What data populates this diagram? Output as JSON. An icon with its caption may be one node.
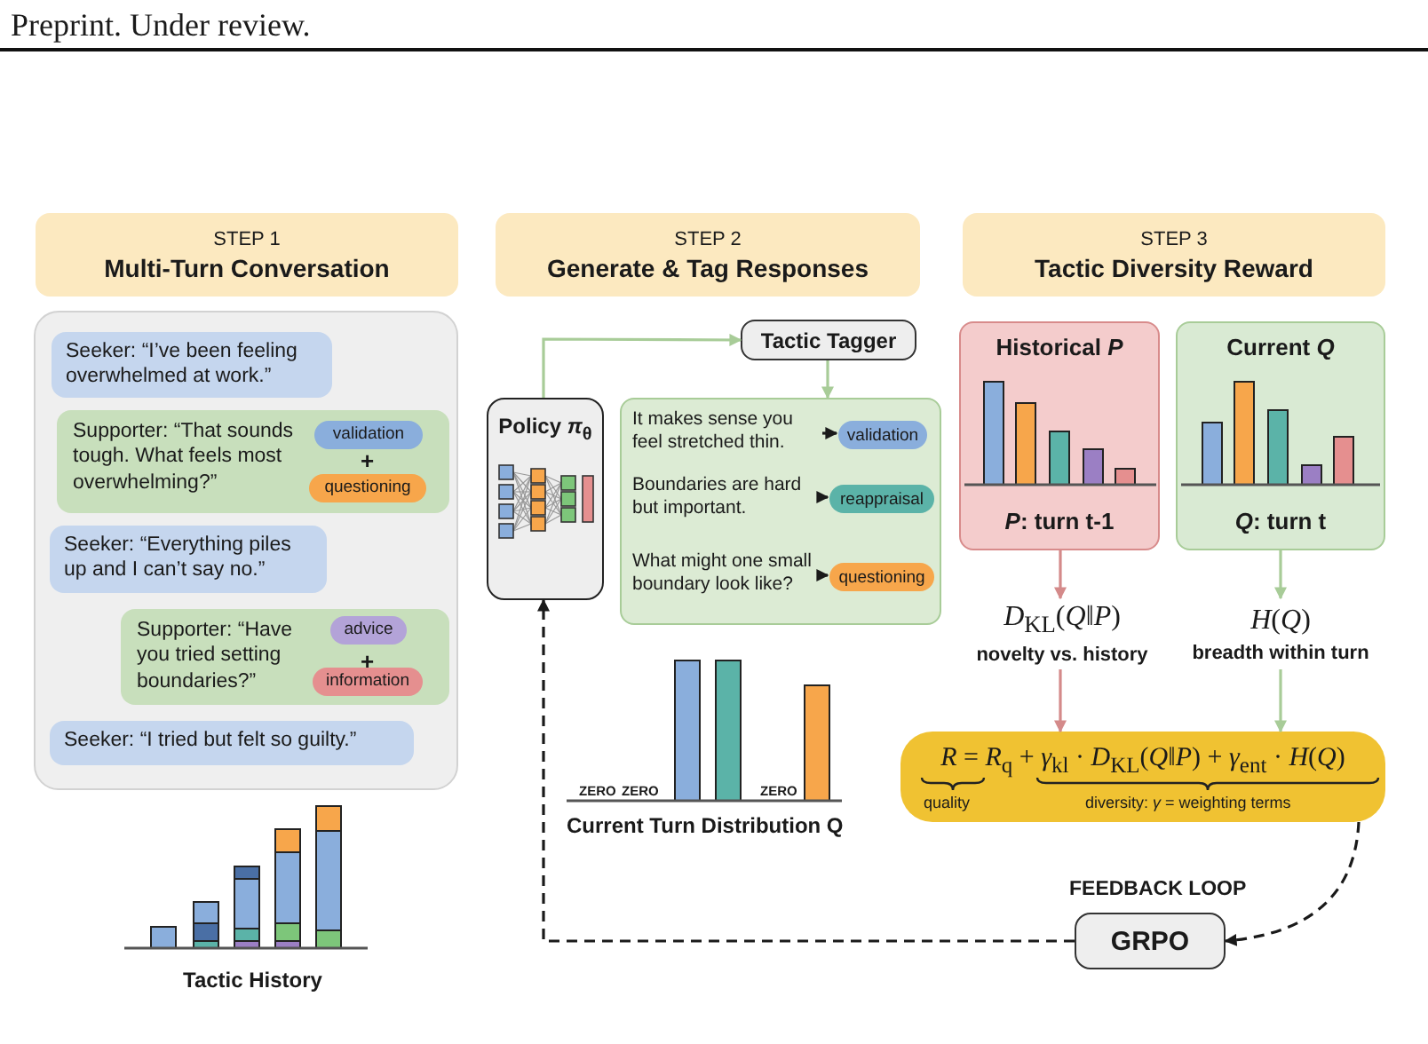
{
  "diagram": {
    "nodes": [
      {
        "text": [
          "STEP 1",
          "Multi-Turn Conversation"
        ]
      },
      {
        "text": [],
        "shape": "box"
      },
      {
        "text": [
          "Seeker: “I’ve been feeling overwhelmed at work.”"
        ],
        "in": 1
      },
      {
        "text": [
          "Supporter: “That sounds tough. What feels most overwhelming?”"
        ],
        "in": 1
      },
      {
        "text": [
          "validation"
        ],
        "in": 3
      },
      {
        "text": [
          "questioning"
        ],
        "in": 3
      },
      {
        "text": [
          "Seeker: “Everything piles up and I can’t say no.”"
        ],
        "in": 1
      },
      {
        "text": [
          "Supporter: “Have you tried setting boundaries?”"
        ],
        "in": 1
      },
      {
        "text": [
          "advice"
        ],
        "in": 7
      },
      {
        "text": [
          "information"
        ],
        "in": 7
      },
      {
        "text": [
          "Seeker: “I tried but felt so guilty.”"
        ],
        "in": 1
      },
      {
        "text": [
          "STEP 2",
          "Generate & Tag Responses"
        ]
      },
      {
        "text": [
          "Tactic Tagger"
        ]
      },
      {
        "text": [
          "Policy *π*$_{θ}$"
        ]
      },
      {
        "text": [],
        "shape": "box"
      },
      {
        "text": [
          "It makes sense you feel stretched thin."
        ],
        "in": 14
      },
      {
        "text": [
          "validation"
        ],
        "in": 14
      },
      {
        "text": [
          "Boundaries are hard but important."
        ],
        "in": 14
      },
      {
        "text": [
          "reappraisal"
        ],
        "in": 14
      },
      {
        "text": [
          "What might one small boundary look like?"
        ],
        "in": 14
      },
      {
        "text": [
          "questioning"
        ],
        "in": 14
      },
      {
        "text": [
          "STEP 3",
          "Tactic Diversity Reward"
        ]
      },
      {
        "text": [
          "Historical *P*",
          "*P*: turn t-1"
        ]
      },
      {
        "text": [
          "Current *Q*",
          "*Q*: turn t"
        ]
      },
      {
        "text": [
          "*D*$_{KL}$(*Q*‖*P*)",
          "novelty vs. history"
        ]
      },
      {
        "text": [
          "*H*(*Q*)",
          "breadth within turn"
        ]
      },
      {
        "text": [
          "*R* = *R*$_{q}$ + *γ*$_{kl}$ · *D*$_{KL}$(*Q*‖*P*) + *γ*$_{ent}$ · *H*(*Q*)",
          "quality",
          "diversity: *γ* = weighting terms"
        ]
      },
      {
        "text": [
          "GRPO"
        ],
        "beside": [
          "FEEDBACK LOOP"
        ]
      }
    ],
    "edges": [
      {
        "from": 13,
        "to": 12,
        "arrow": "to",
        "color": "#a8cc98"
      },
      {
        "from": 12,
        "to": 14,
        "arrow": "to",
        "color": "#a8cc98"
      },
      {
        "from": 15,
        "to": 16,
        "arrow": "to"
      },
      {
        "from": 17,
        "to": 18,
        "arrow": "to"
      },
      {
        "from": 19,
        "to": 20,
        "arrow": "to"
      },
      {
        "from": 22,
        "to": 24,
        "arrow": "to",
        "color": "#d48a8a"
      },
      {
        "from": 23,
        "to": 25,
        "arrow": "to",
        "color": "#a8cc98"
      },
      {
        "from": 24,
        "to": 26,
        "arrow": "to",
        "color": "#d48a8a"
      },
      {
        "from": 25,
        "to": 26,
        "arrow": "to",
        "color": "#a8cc98"
      },
      {
        "from": 26,
        "to": 27,
        "arrow": "to",
        "style": "dashed"
      },
      {
        "from": 27,
        "to": 13,
        "arrow": "to",
        "style": "dashed"
      }
    ],
    "labels": [
      "Preprint. Under review.",
      "+",
      "+",
      "ZERO",
      "ZERO",
      "ZERO",
      "Current Turn Distribution Q",
      "Tactic History"
    ]
  }
}
